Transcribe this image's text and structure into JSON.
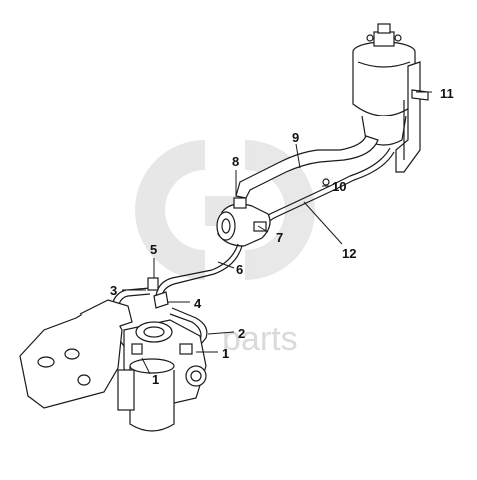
{
  "watermark": {
    "text": "parts",
    "color": "#d9d9d9"
  },
  "callouts": [
    {
      "id": "c1a",
      "label": "1"
    },
    {
      "id": "c1b",
      "label": "1"
    },
    {
      "id": "c2",
      "label": "2"
    },
    {
      "id": "c3",
      "label": "3"
    },
    {
      "id": "c4",
      "label": "4"
    },
    {
      "id": "c5",
      "label": "5"
    },
    {
      "id": "c6",
      "label": "6"
    },
    {
      "id": "c7",
      "label": "7"
    },
    {
      "id": "c8",
      "label": "8"
    },
    {
      "id": "c9",
      "label": "9"
    },
    {
      "id": "c10",
      "label": "10"
    },
    {
      "id": "c11",
      "label": "11"
    },
    {
      "id": "c12",
      "label": "12"
    }
  ],
  "colors": {
    "line": "#1a1a1a",
    "background": "#ffffff"
  }
}
